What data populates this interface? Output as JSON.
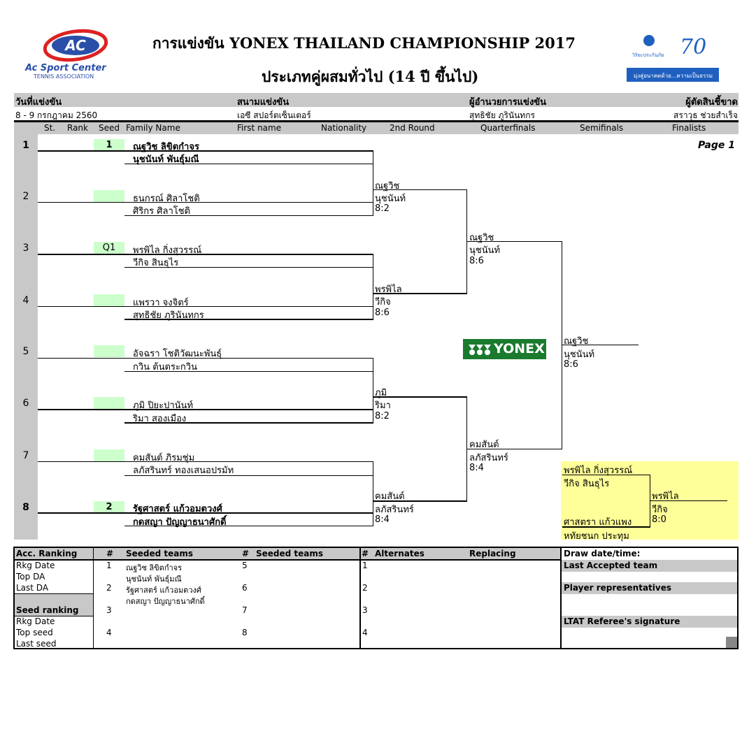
{
  "header": {
    "logo_text": "AC",
    "logo_sub1": "Ac Sport Center",
    "logo_sub2": "TENNIS ASSOCIATION",
    "title": "การแข่งขัน YONEX THAILAND CHAMPIONSHIP 2017",
    "subtitle": "ประเภทคู่ผสมทั่วไป (14 ปี ขึ้นไป)",
    "right_logo_caption": "วิริยะประกันภัย",
    "right_logo_70": "70",
    "right_banner": "มุ่งสู่อนาคตด้วย...ความเป็นธรรม"
  },
  "info": {
    "date_label": "วันที่แข่งขัน",
    "date_value": "8 - 9 กรกฎาคม 2560",
    "venue_label": "สนามแข่งขัน",
    "venue_value": "เอซี สปอร์ตเซ็นเตอร์",
    "director_label": "ผู้อำนวยการแข่งขัน",
    "director_value": "สุทธิชัย ภูรินันทกร",
    "referee_label": "ผู้ตัดสินชี้ขาด",
    "referee_value": "สราวุธ ช่วยสำเร็จ"
  },
  "columns": {
    "st": "St.",
    "rank": "Rank",
    "seed": "Seed",
    "family": "Family Name",
    "first": "First name",
    "nat": "Nationality",
    "r2": "2nd Round",
    "qf": "Quarterfinals",
    "sf": "Semifinals",
    "fin": "Finalists"
  },
  "page_label": "Page 1",
  "entries": [
    {
      "n": "1",
      "seed": "1",
      "p1": "ณฐวิช ลิขิตกำจร",
      "p2": "นุชนันท์ พันธุ์มณี"
    },
    {
      "n": "2",
      "seed": "",
      "p1": "ธนกรณ์ ศิลาโชติ",
      "p2": "ศิริกร ศิลาโชติ"
    },
    {
      "n": "3",
      "seed": "Q1",
      "p1": "พรพิไล กิ่งสุวรรณ์",
      "p2": "วีกิจ สินธุไร"
    },
    {
      "n": "4",
      "seed": "",
      "p1": "แพรวา จงจิตร์",
      "p2": "สุทธิชัย ภูรินันทกร"
    },
    {
      "n": "5",
      "seed": "",
      "p1": "อัจฉรา โชติวัฒนะพันธุ์",
      "p2": "กวิน ต้นตระกวิน"
    },
    {
      "n": "6",
      "seed": "",
      "p1": "ภูมิ ปิยะปานันท์",
      "p2": "ริมา สองเมือง"
    },
    {
      "n": "7",
      "seed": "",
      "p1": "คมสันต์ ภิรมชุ่ม",
      "p2": "ลภัสรินทร์ ทองเสนอปรมัท"
    },
    {
      "n": "8",
      "seed": "2",
      "p1": "รัฐศาสตร์ แก้วอมตวงศ์",
      "p2": "กดสญา ปัญญาธนาศักดิ์"
    }
  ],
  "round2": [
    {
      "p1": "ณฐวิช",
      "p2": "นุชนันท์",
      "score": "8:2"
    },
    {
      "p1": "พรพิไล",
      "p2": "วีกิจ",
      "score": "8:6"
    },
    {
      "p1": "ภูมิ",
      "p2": "ริมา",
      "score": "8:2"
    },
    {
      "p1": "คมสันต์",
      "p2": "ลภัสรินทร์",
      "score": "8:4"
    }
  ],
  "quarter": [
    {
      "p1": "ณฐวิช",
      "p2": "นุชนันท์",
      "score": "8:6"
    },
    {
      "p1": "คมสันต์",
      "p2": "ลภัสรินทร์",
      "score": "8:4"
    }
  ],
  "semi": {
    "p1": "ณฐวิช",
    "p2": "นุชนันท์",
    "score": "8:6"
  },
  "yonex_label": "YONEX",
  "third_place": {
    "a1": "พรพิไล กิ่งสุวรรณ์",
    "a2": "วีกิจ สินธุไร",
    "b1": "ศาสตรา แก้วแพง",
    "b2": "หทัยชนก ประทุม",
    "w1": "พรพิไล",
    "w2": "วีกิจ",
    "score": "8:0"
  },
  "footer": {
    "acc_ranking": "Acc. Ranking",
    "hash": "#",
    "seeded_teams": "Seeded teams",
    "alternates": "Alternates",
    "replacing": "Replacing",
    "draw_date": "Draw date/time:",
    "rkg_date": "Rkg Date",
    "top_da": "Top DA",
    "last_da": "Last DA",
    "seed_ranking": "Seed ranking",
    "rkg_date2": "Rkg Date",
    "top_seed": "Top seed",
    "last_seed": "Last seed",
    "last_accepted": "Last Accepted team",
    "player_reps": "Player representatives",
    "referee_sig": "LTAT Referee's signature",
    "s1": "1",
    "s1a": "ณฐวิช ลิขิตกำจร",
    "s1b": "นุชนันท์ พันธุ์มณี",
    "s2": "2",
    "s2a": "รัฐศาสตร์ แก้วอมตวงศ์",
    "s2b": "กดสญา ปัญญาธนาศักดิ์",
    "s3": "3",
    "s4": "4",
    "s5": "5",
    "s6": "6",
    "s7": "7",
    "s8": "8",
    "a1": "1",
    "a2": "2",
    "a3": "3",
    "a4": "4"
  },
  "colors": {
    "green": "#ccffcc",
    "yellow": "#ffff99",
    "gray": "#c8c8c8",
    "yonex_green": "#1a7a2e",
    "banner_blue": "#1f5fbf"
  }
}
